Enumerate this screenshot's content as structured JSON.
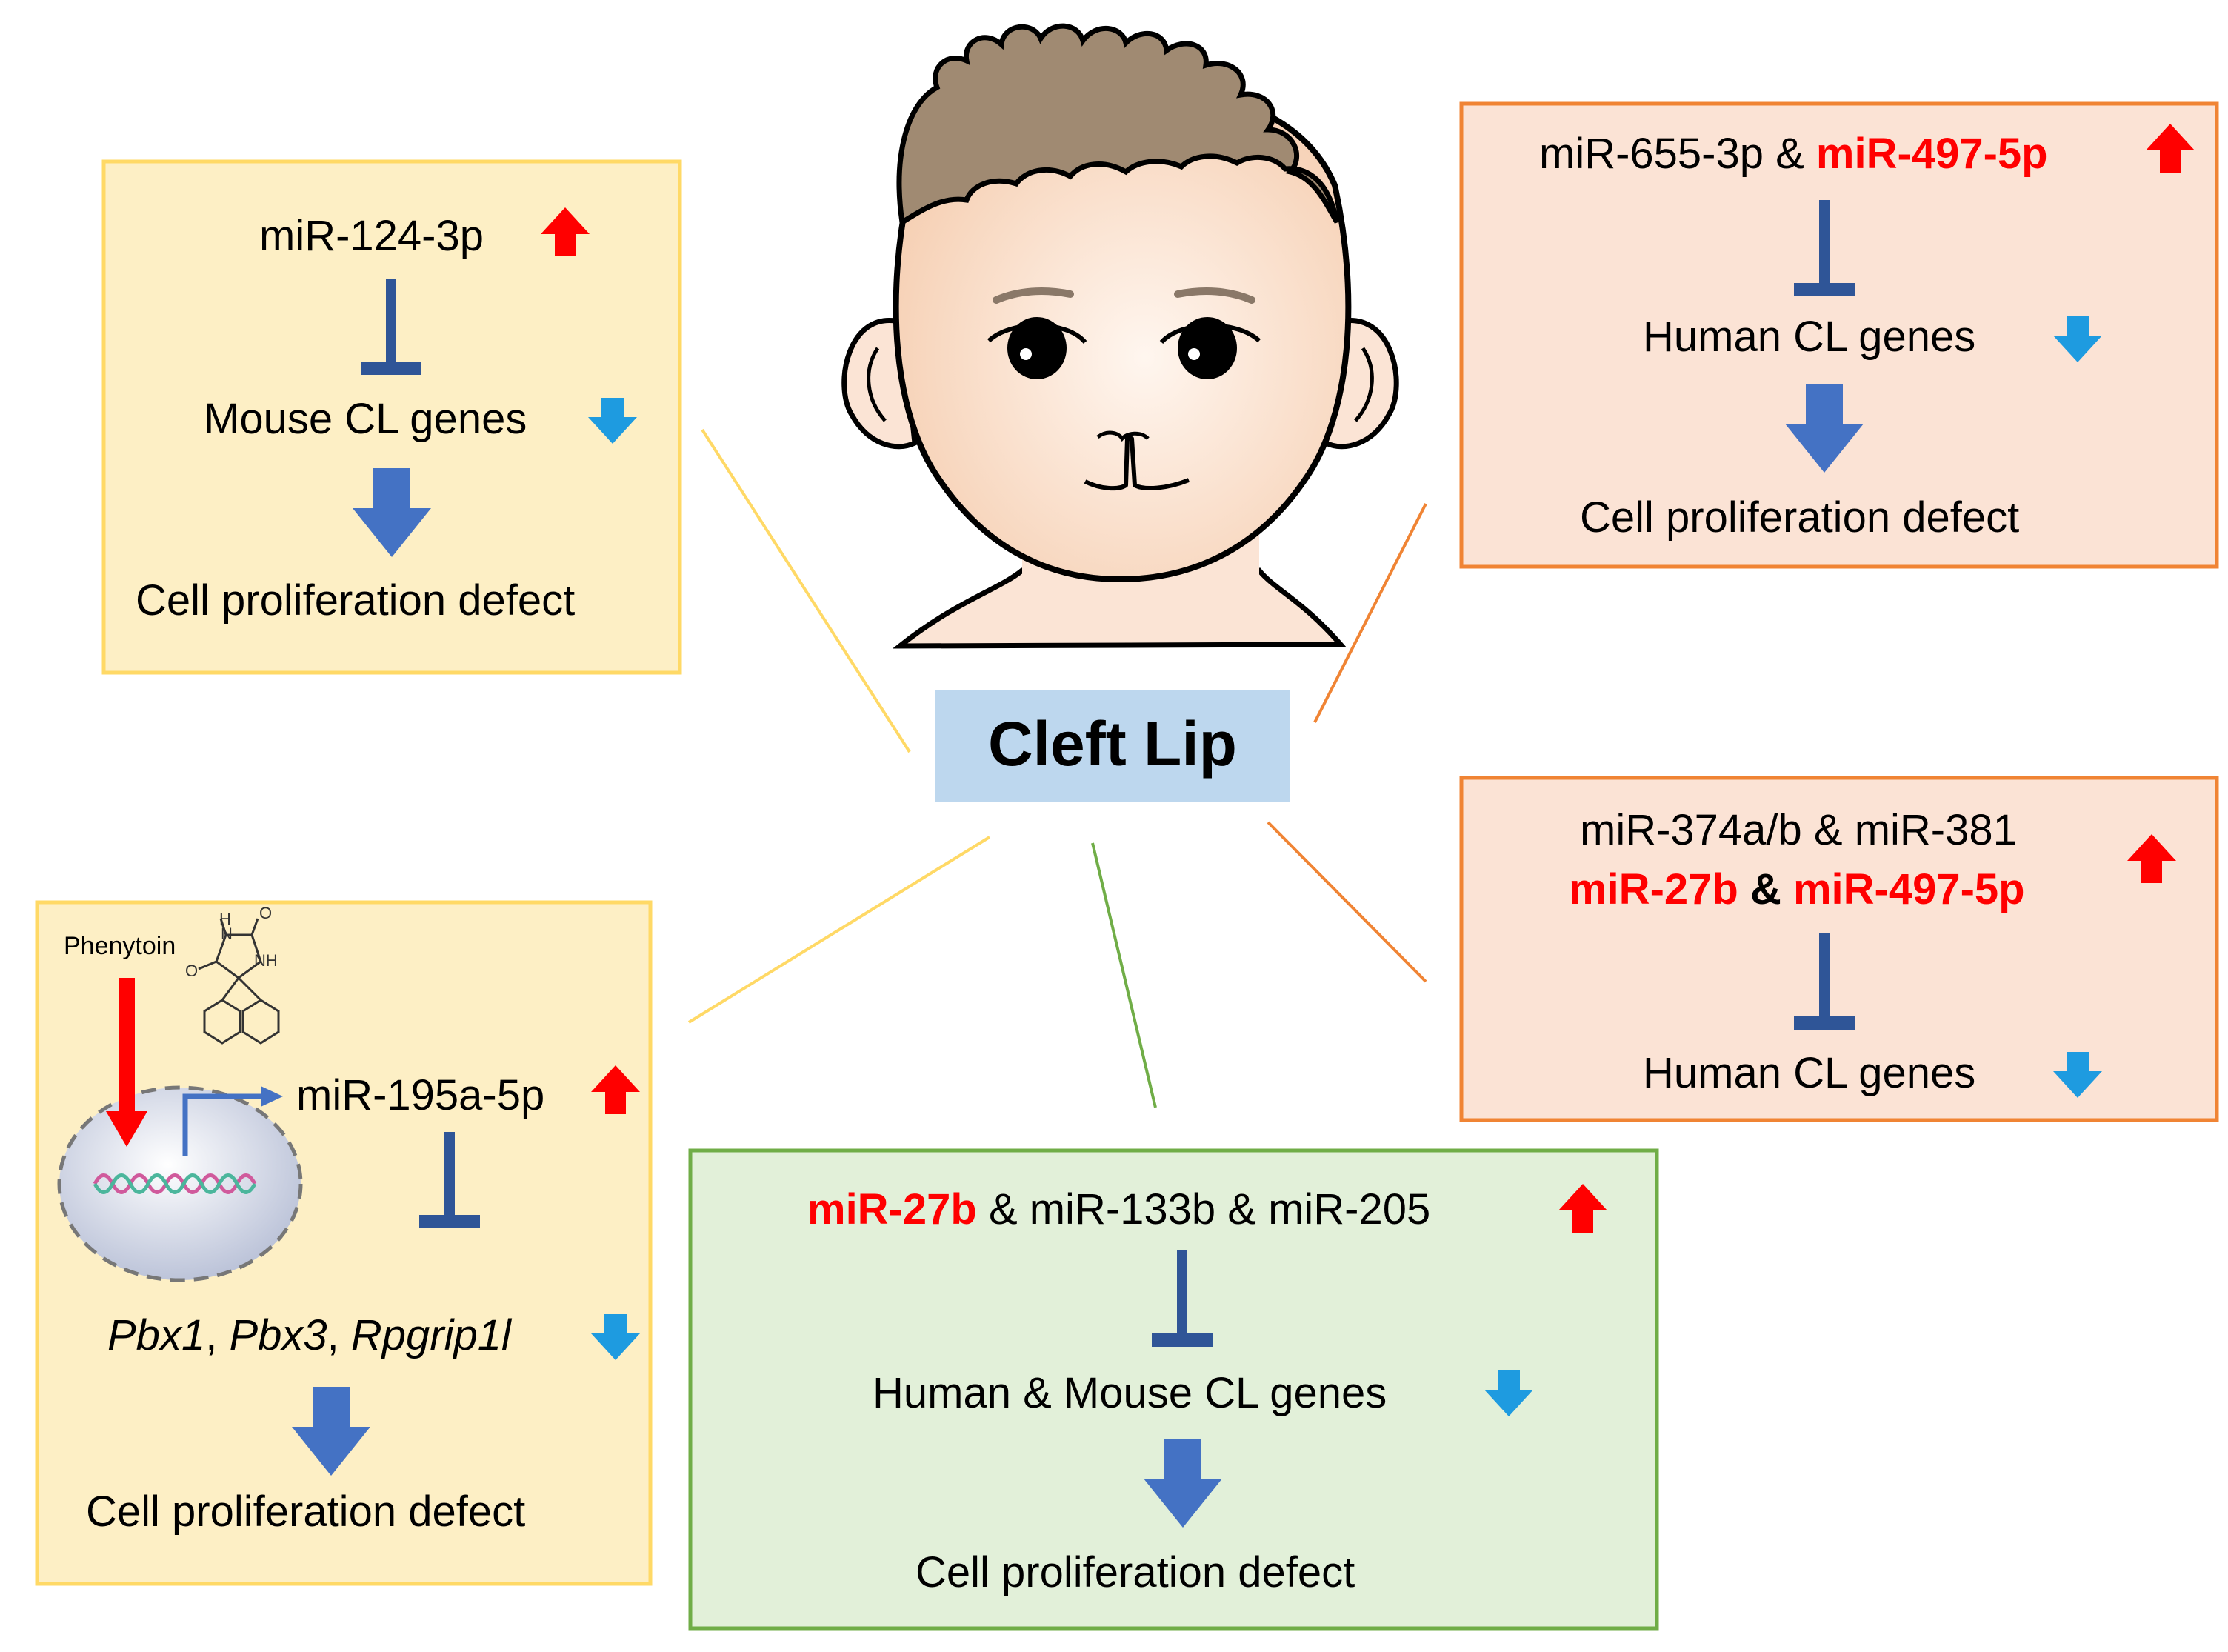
{
  "colors": {
    "inhibit": "#2f5597",
    "down_arrow_big": "#4472c4",
    "up_arrow": "#ff0000",
    "down_arrow_small": "#1e9be0",
    "red_text": "#ff0000",
    "yellow_box_fill": "#fdefc5",
    "yellow_box_border": "#ffd966",
    "peach_box_fill": "#fbe3d5",
    "peach_box_border": "#f08434",
    "green_box_fill": "#e2f0d9",
    "green_box_border": "#70ad47",
    "center_fill": "#bdd7ee",
    "skin": "#fbe4d5",
    "hair": "#a08a72"
  },
  "center": {
    "label": "Cleft Lip"
  },
  "mouse_pathway": {
    "mirna": "miR-124-3p",
    "target": "Mouse CL genes",
    "outcome": "Cell proliferation defect"
  },
  "phenytoin_pathway": {
    "drug": "Phenytoin",
    "structure_labels": {
      "n1": "N",
      "h1": "H",
      "o1": "O",
      "n2": "NH",
      "o2": "O"
    },
    "mirna": "miR-195a-5p",
    "targets": {
      "gene1": "Pbx1",
      "sep1": ", ",
      "gene2": "Pbx3",
      "sep2": ", ",
      "gene3": "Rpgrip1l"
    },
    "outcome": "Cell proliferation defect"
  },
  "human_pathway_1": {
    "mirna_plain": "miR-655-3p & ",
    "mirna_highlight": "miR-497-5p",
    "target": "Human CL genes",
    "outcome": "Cell proliferation defect"
  },
  "human_pathway_2": {
    "line1": "miR-374a/b & miR-381",
    "line2_highlight_a": "miR-27b",
    "line2_plain": " & ",
    "line2_highlight_b": "miR-497-5p",
    "target": "Human CL genes"
  },
  "shared_pathway": {
    "mirna_highlight": "miR-27b",
    "mirna_plain": " & miR-133b & miR-205",
    "target": "Human & Mouse CL genes",
    "outcome": "Cell proliferation defect"
  }
}
